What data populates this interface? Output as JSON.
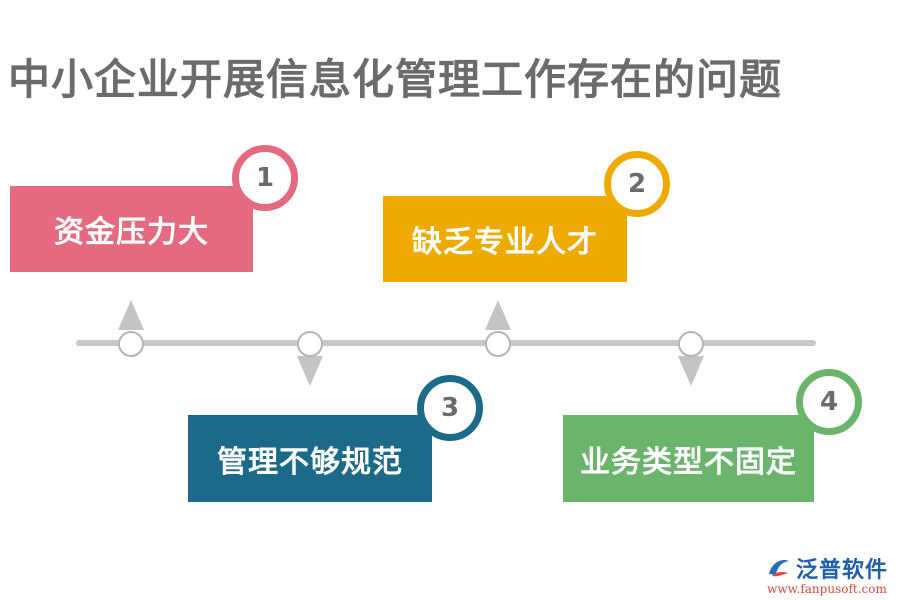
{
  "title": "中小企业开展信息化管理工作存在的问题",
  "items": [
    {
      "number": "1",
      "label": "资金压力大",
      "color": "#e5697f"
    },
    {
      "number": "2",
      "label": "缺乏专业人才",
      "color": "#eeaa00"
    },
    {
      "number": "3",
      "label": "管理不够规范",
      "color": "#1b6a8a"
    },
    {
      "number": "4",
      "label": "业务类型不固定",
      "color": "#6ab46c"
    }
  ],
  "logo": {
    "name": "泛普软件",
    "url": "www.fanpusoft.com",
    "icon": "fanpu-logo-icon"
  }
}
